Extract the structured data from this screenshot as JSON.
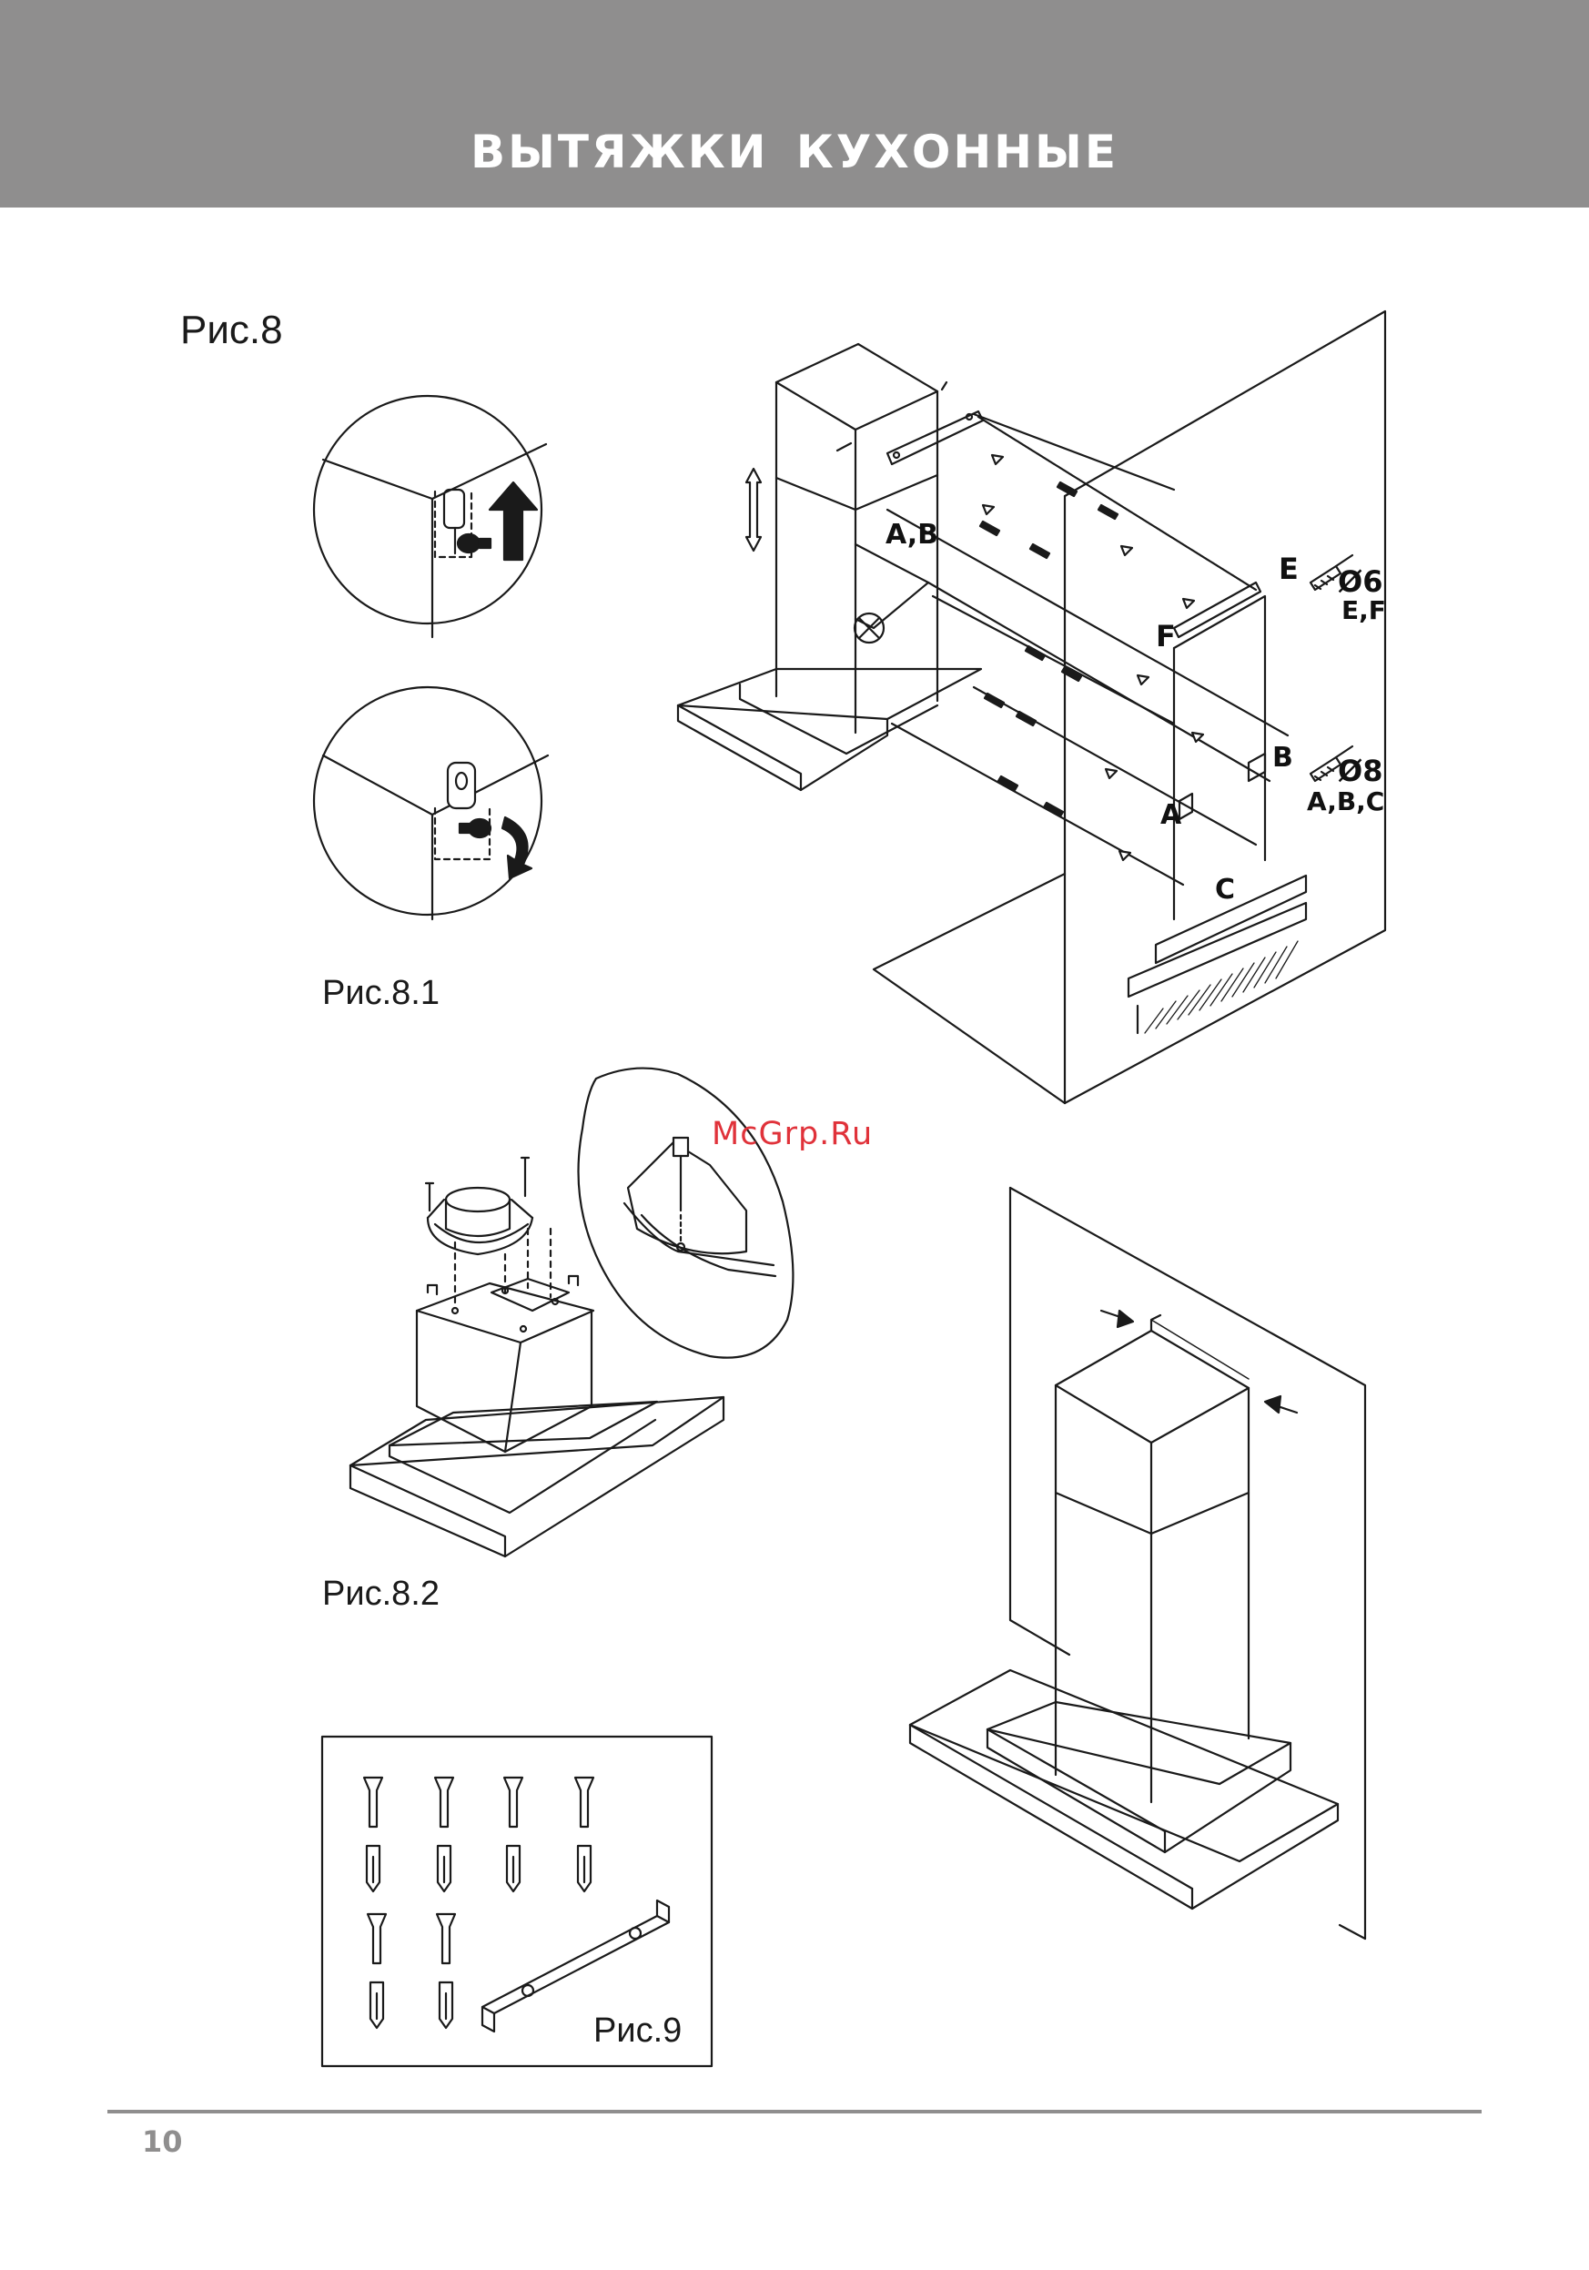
{
  "header": {
    "title": "ВЫТЯЖКИ  КУХОННЫЕ",
    "color": "#8f8e8e"
  },
  "figures": {
    "fig8": "Рис.8",
    "fig8_1": "Рис.8.1",
    "fig8_2": "Рис.8.2",
    "fig9": "Рис.9"
  },
  "diagram_labels": {
    "ab": "A,B",
    "e": "E",
    "f": "F",
    "b": "B",
    "a": "A",
    "c": "C",
    "d6": "Ø6",
    "ef": "E,F",
    "d8": "Ø8",
    "abc": "A,B,C"
  },
  "watermark": "McGrp.Ru",
  "footer": {
    "page_number": "10"
  }
}
